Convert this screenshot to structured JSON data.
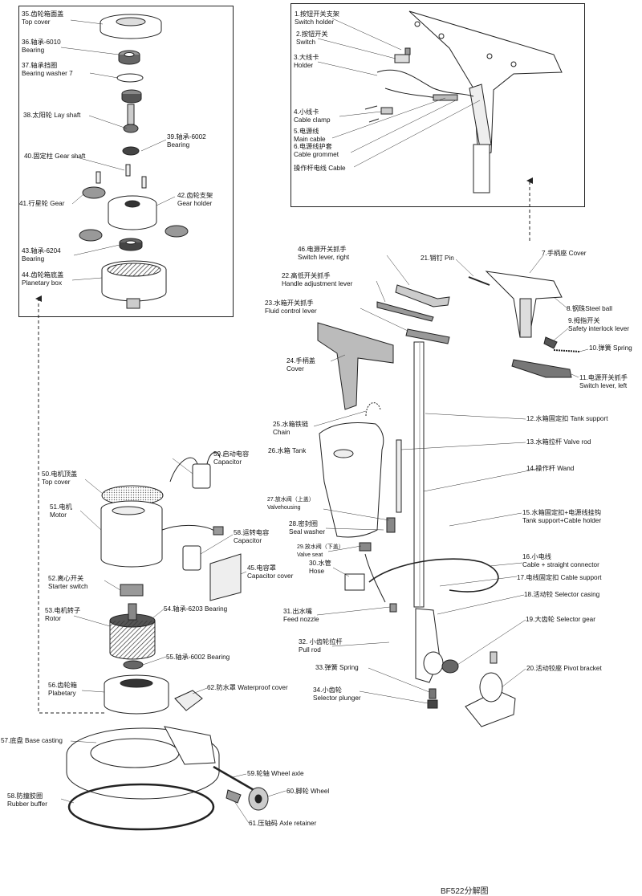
{
  "caption": "BF522分解图",
  "parts": [
    {
      "id": "p35",
      "zh": "35.齿轮箱面盖",
      "en": "Top cover"
    },
    {
      "id": "p36",
      "zh": "36.轴承-6010",
      "en": "Bearing"
    },
    {
      "id": "p37",
      "zh": "37.轴承挡圈",
      "en": "Bearing washer 7"
    },
    {
      "id": "p38",
      "zh": "38.太阳轮 Lay shaft",
      "en": ""
    },
    {
      "id": "p39",
      "zh": "39.轴承-6002",
      "en": "Bearing"
    },
    {
      "id": "p40",
      "zh": "40.固定柱 Gear shaft",
      "en": ""
    },
    {
      "id": "p41",
      "zh": "41.行星轮 Gear",
      "en": ""
    },
    {
      "id": "p42",
      "zh": "42.齿轮支架",
      "en": "Gear holder"
    },
    {
      "id": "p43",
      "zh": "43.轴承-6204",
      "en": "Bearing"
    },
    {
      "id": "p44",
      "zh": "44.齿轮箱底盖",
      "en": "Planetary box"
    },
    {
      "id": "p1",
      "zh": "1.按钮开关支架",
      "en": "Switch holder"
    },
    {
      "id": "p2",
      "zh": "2.按钮开关",
      "en": "Switch"
    },
    {
      "id": "p3",
      "zh": "3.大线卡",
      "en": "Holder"
    },
    {
      "id": "p4",
      "zh": "4.小线卡",
      "en": "Cable clamp"
    },
    {
      "id": "p5",
      "zh": "5.电源线",
      "en": "Main cable"
    },
    {
      "id": "p6",
      "zh": "6.电源线护套",
      "en": "Cable grommet"
    },
    {
      "id": "pcable",
      "zh": "操作杆电线 Cable",
      "en": ""
    },
    {
      "id": "p46",
      "zh": "46.电源开关抓手",
      "en": "Switch lever, right"
    },
    {
      "id": "p21",
      "zh": "21.销钉 Pin",
      "en": ""
    },
    {
      "id": "p7",
      "zh": "7.手柄座 Cover",
      "en": ""
    },
    {
      "id": "p22",
      "zh": "22.高低开关抓手",
      "en": "Handle adjustment lever"
    },
    {
      "id": "p23",
      "zh": "23.水箱开关抓手",
      "en": "Fluid control lever"
    },
    {
      "id": "p8",
      "zh": "8.钢珠Steel ball",
      "en": ""
    },
    {
      "id": "p9",
      "zh": "9.拇指开关",
      "en": "Safety interlock lever"
    },
    {
      "id": "p10",
      "zh": "10.弹簧 Spring",
      "en": ""
    },
    {
      "id": "p24",
      "zh": "24.手柄盖",
      "en": "Cover"
    },
    {
      "id": "p11",
      "zh": "11.电源开关抓手",
      "en": "Switch lever, left"
    },
    {
      "id": "p25",
      "zh": "25.水箱铁链",
      "en": "Chain"
    },
    {
      "id": "p12",
      "zh": "12.水箱固定扣 Tank support",
      "en": ""
    },
    {
      "id": "p59",
      "zh": "59.启动电容",
      "en": "Capacitor"
    },
    {
      "id": "p26",
      "zh": "26.水箱 Tank",
      "en": ""
    },
    {
      "id": "p13",
      "zh": "13.水箱拉杆 Valve rod",
      "en": ""
    },
    {
      "id": "p50",
      "zh": "50.电机顶盖",
      "en": "Top cover"
    },
    {
      "id": "p14",
      "zh": "14.操作杆 Wand",
      "en": ""
    },
    {
      "id": "p51",
      "zh": "51.电机",
      "en": "Motor"
    },
    {
      "id": "p27",
      "zh": "27.放水阀（上盖）",
      "en": "Valvehousing"
    },
    {
      "id": "p15",
      "zh": "15.水箱固定扣+电源线挂钩",
      "en": "Tank support+Cable holder"
    },
    {
      "id": "p28",
      "zh": "28.密封圈",
      "en": "Seal washer"
    },
    {
      "id": "p58",
      "zh": "58.运转电容",
      "en": "Capacitor"
    },
    {
      "id": "p29",
      "zh": "29.放水阀（下盖）",
      "en": "Valve seat"
    },
    {
      "id": "p30",
      "zh": "30.水管",
      "en": "Hose"
    },
    {
      "id": "p16",
      "zh": "16.小电线",
      "en": "Cable + straight connector"
    },
    {
      "id": "p45",
      "zh": "45.电容罩",
      "en": "Capacitor cover"
    },
    {
      "id": "p17",
      "zh": "17.电线固定扣 Cable support",
      "en": ""
    },
    {
      "id": "p52",
      "zh": "52.离心开关",
      "en": "Starter switch"
    },
    {
      "id": "p18",
      "zh": "18.活动铰 Selector casing",
      "en": ""
    },
    {
      "id": "p53",
      "zh": "53.电机转子",
      "en": "Rotor"
    },
    {
      "id": "p54",
      "zh": "54.轴承-6203 Bearing",
      "en": ""
    },
    {
      "id": "p31",
      "zh": "31.出水嘴",
      "en": "Feed nozzle"
    },
    {
      "id": "p19",
      "zh": "19.大齿轮 Selector gear",
      "en": ""
    },
    {
      "id": "p32",
      "zh": "32. 小齿轮拉杆",
      "en": "Pull rod"
    },
    {
      "id": "p55",
      "zh": "55.轴承-6002 Bearing",
      "en": ""
    },
    {
      "id": "p33",
      "zh": "33.弹簧 Spring",
      "en": ""
    },
    {
      "id": "p20",
      "zh": "20.活动铰座 Pivot bracket",
      "en": ""
    },
    {
      "id": "p56",
      "zh": "56.齿轮箱",
      "en": "Plabetary"
    },
    {
      "id": "p62",
      "zh": "62.防水罩 Waterproof cover",
      "en": ""
    },
    {
      "id": "p34",
      "zh": "34.小齿轮",
      "en": "Selector plunger"
    },
    {
      "id": "p57",
      "zh": "57.底盘 Base casting",
      "en": ""
    },
    {
      "id": "p59b",
      "zh": "59.轮轴 Wheel axle",
      "en": ""
    },
    {
      "id": "p58b",
      "zh": "58.防撞胶圈",
      "en": "Rubber buffer"
    },
    {
      "id": "p60",
      "zh": "60.脚轮 Wheel",
      "en": ""
    },
    {
      "id": "p61",
      "zh": "61.压轴码 Axle retainer",
      "en": ""
    }
  ]
}
